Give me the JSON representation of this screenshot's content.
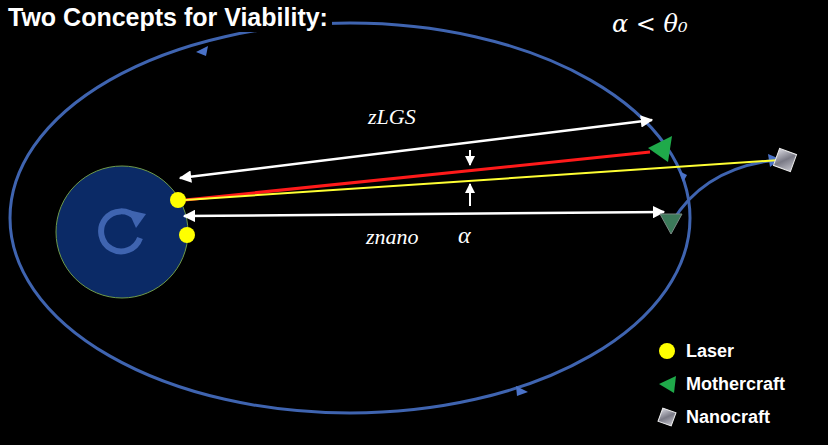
{
  "diagram": {
    "title": "Two Concepts for Viability:",
    "labels": [
      "α < θ₀",
      "zLGS",
      "znano",
      "α"
    ],
    "legend": [
      {
        "text": "Laser"
      },
      {
        "text": "Mothercraft"
      },
      {
        "text": "Nanocraft"
      }
    ]
  }
}
